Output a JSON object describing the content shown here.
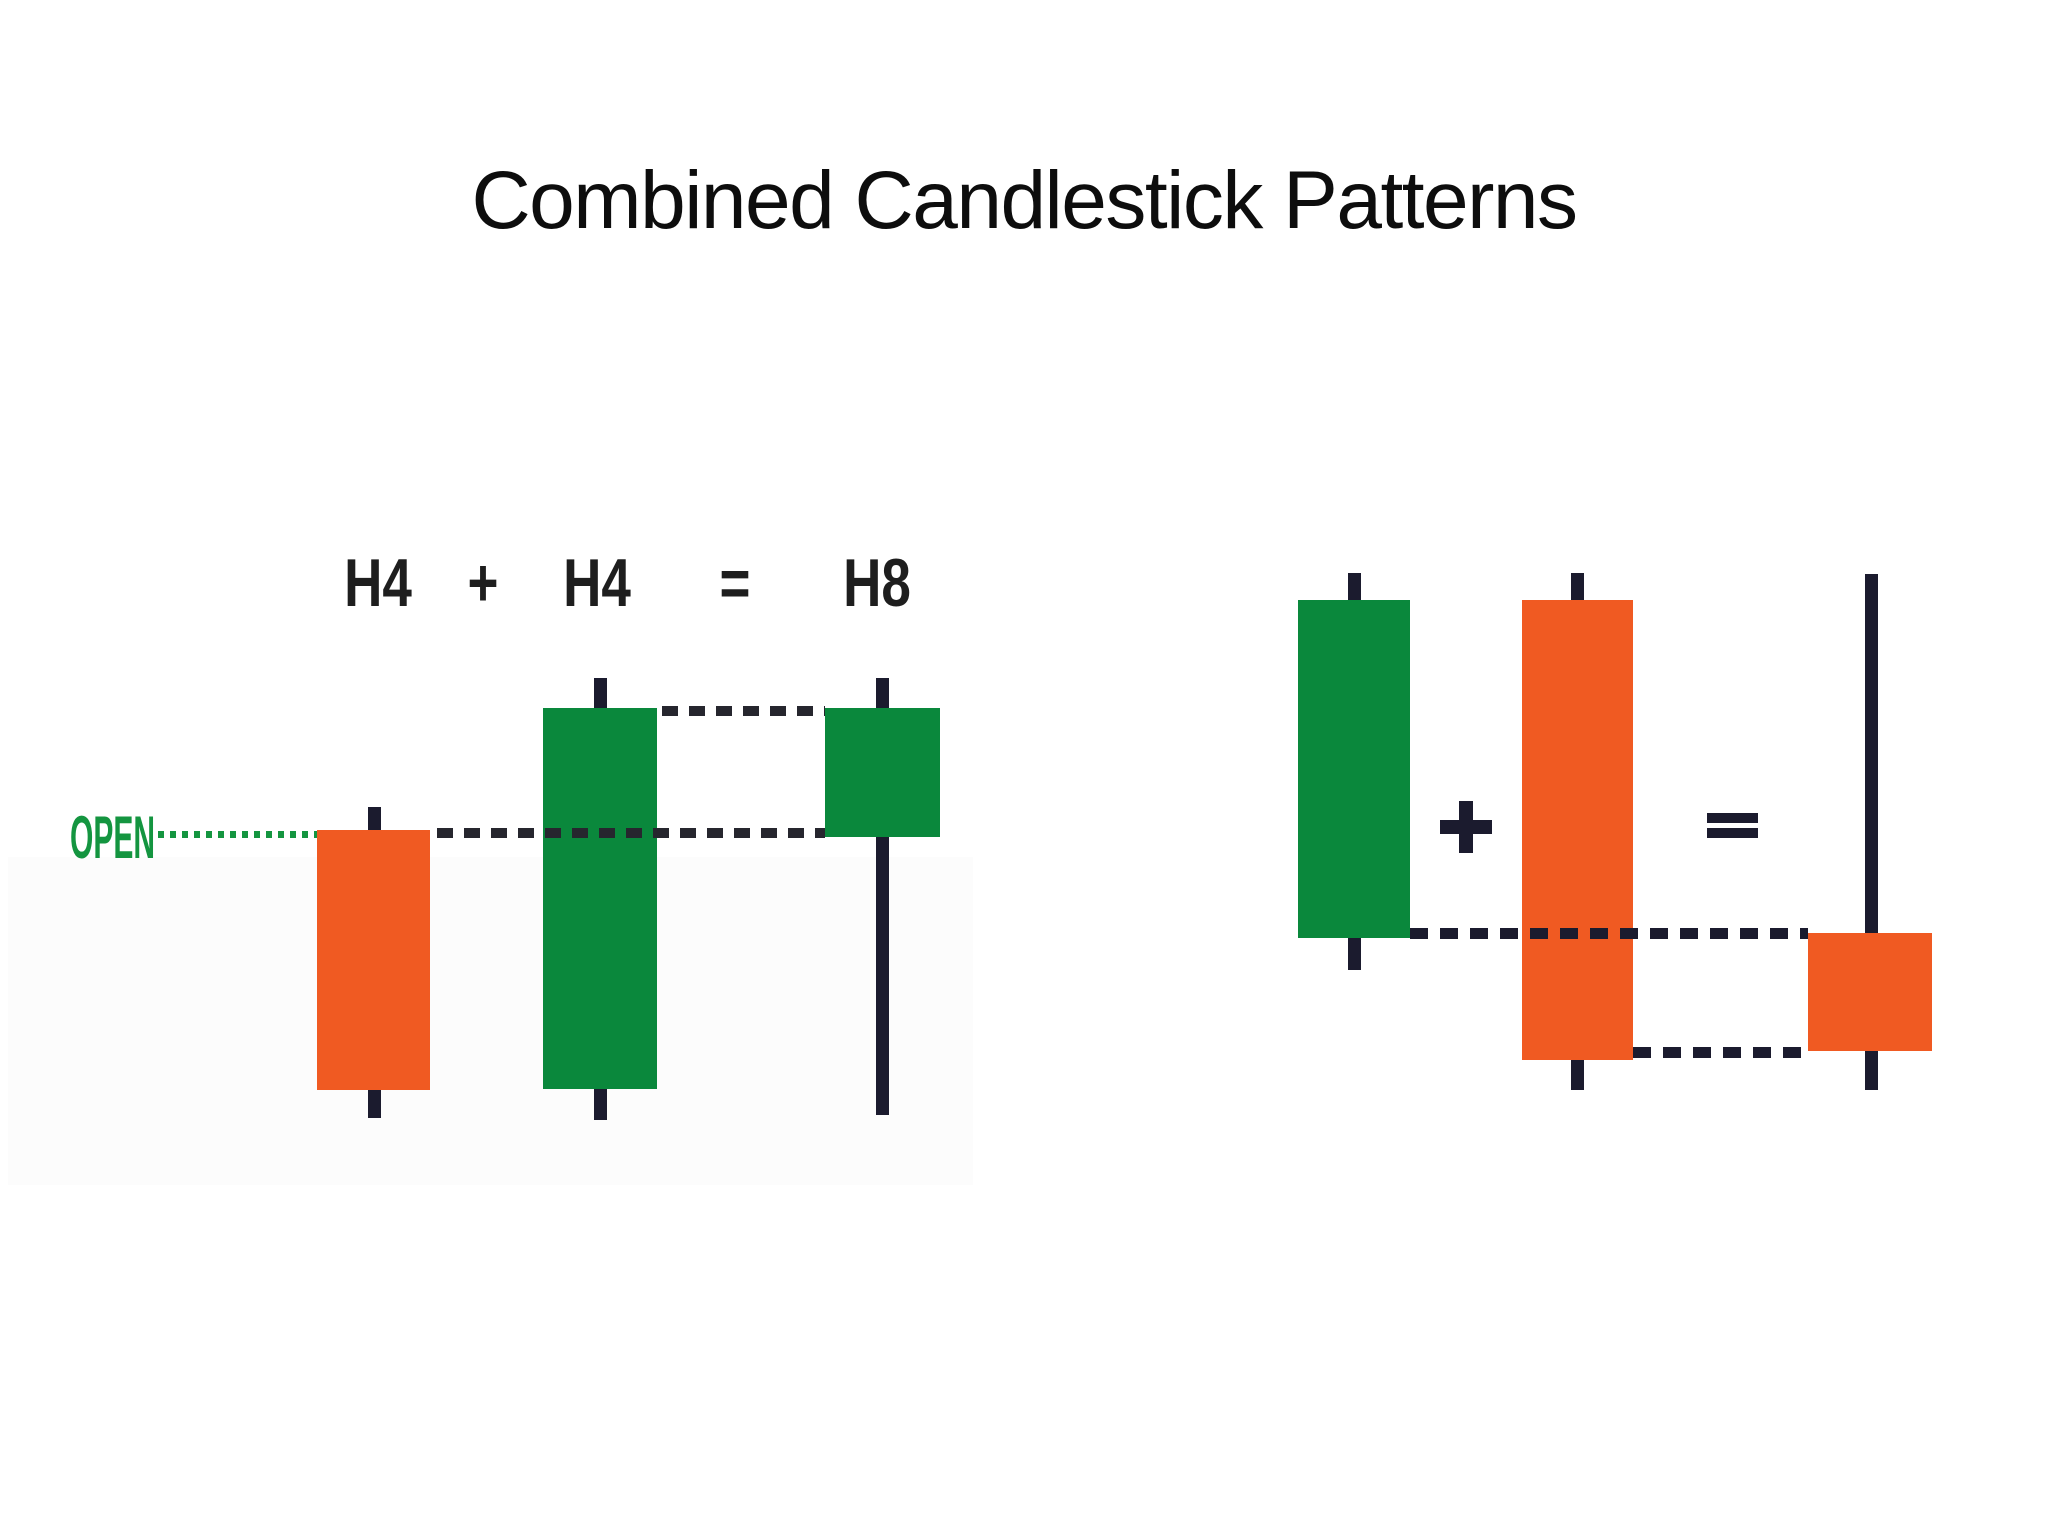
{
  "title": "Combined Candlestick Patterns",
  "colors": {
    "bullish_green": "#0a883c",
    "bearish_orange": "#f05a22",
    "wick_and_dash": "#1b1b2e",
    "open_label_green": "#149540",
    "title_text": "#0d0d0d"
  },
  "left_figure": {
    "equation": {
      "operand1": "H4",
      "plus": "+",
      "operand2": "H4",
      "equals": "=",
      "result": "H8"
    },
    "open_label": "OPEN",
    "candles": [
      {
        "role": "first H4 candle",
        "direction": "bearish",
        "note": "opens at OPEN level, closes lower, short upper and lower wicks"
      },
      {
        "role": "second H4 candle",
        "direction": "bullish",
        "note": "opens near prior low, closes above OPEN level, short wicks"
      },
      {
        "role": "combined H8 candle",
        "direction": "bullish",
        "note": "small bullish body at top with long lower shadow"
      }
    ],
    "dashed_guides": [
      "high/close level from second H4 to H8 body top",
      "OPEN level from first candle across to H8 body bottom"
    ]
  },
  "right_figure": {
    "plus_sign": "+",
    "equals_sign": "=",
    "candles": [
      {
        "role": "first candle",
        "direction": "bullish",
        "note": "tall bullish body, short wicks"
      },
      {
        "role": "second candle",
        "direction": "bearish",
        "note": "taller bearish body engulfing below, short wicks"
      },
      {
        "role": "combined candle",
        "direction": "bearish",
        "note": "small bearish body at bottom with long upper shadow (shooting-star shape)"
      }
    ],
    "dashed_guides": [
      "first candle close level across to combined body top",
      "second candle close level across to combined body bottom"
    ]
  }
}
